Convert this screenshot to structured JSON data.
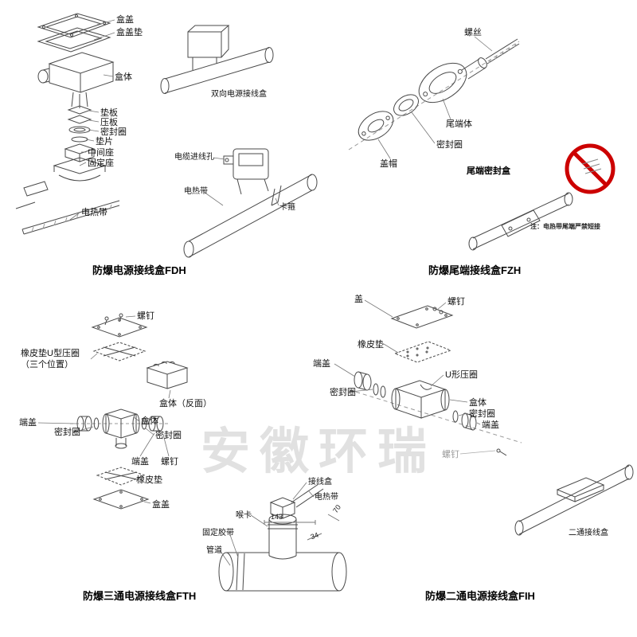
{
  "watermark": "安徽环瑞",
  "fdh": {
    "caption": "防爆电源接线盒FDH",
    "labels": {
      "cover": "盒盖",
      "cover_gasket": "盒盖垫",
      "body": "盒体",
      "backing_plate": "垫板",
      "pressure_plate": "压板",
      "seal_ring": "密封圈",
      "gasket": "垫片",
      "middle_seat": "中间座",
      "fixed_seat": "固定座",
      "heating_tape": "电热带"
    },
    "bidirectional_caption": "双向电源接线盒",
    "device_labels": {
      "cable_entry": "电缆进线孔",
      "heating_tape": "电热带",
      "clamp": "卡箍"
    }
  },
  "fzh": {
    "caption": "防爆尾端接线盒FZH",
    "labels": {
      "screw": "螺丝",
      "tail_body": "尾端体",
      "seal_ring": "密封圈",
      "cap": "盖帽"
    },
    "seal_box_title": "尾端密封盒",
    "note": "注：电热带尾端严禁短接"
  },
  "fth": {
    "caption": "防爆三通电源接线盒FTH",
    "labels": {
      "screw_top": "螺钉",
      "rubber_u_ring": "橡皮垫U型压圈（三个位置）",
      "body_reverse": "盒体（反面）",
      "end_cap_left": "端盖",
      "seal_ring_left": "密封圈",
      "body": "盒体",
      "seal_ring_right": "密封圈",
      "end_cap_bottom": "端盖",
      "screw_bottom": "螺钉",
      "rubber_pad": "橡皮垫",
      "cover": "盒盖"
    },
    "tee_labels": {
      "junction_box": "接线盒",
      "heating_tape": "电热带",
      "hose_clamp": "喉卡",
      "fixing_tape": "固定胶带",
      "pipe": "管道"
    },
    "dims": {
      "width": "143",
      "height": "70",
      "depth": "34"
    }
  },
  "fih": {
    "caption": "防爆二通电源接线盒FIH",
    "labels": {
      "cover": "盖",
      "screw_top": "螺钉",
      "rubber_pad": "橡皮垫",
      "end_cap_left": "端盖",
      "u_ring": "U形压圈",
      "seal_ring_left": "密封圈",
      "body": "盒体",
      "seal_ring_right": "密封圈",
      "end_cap_right": "端盖",
      "screw_right": "螺钉"
    },
    "two_way_caption": "二通接线盒"
  }
}
